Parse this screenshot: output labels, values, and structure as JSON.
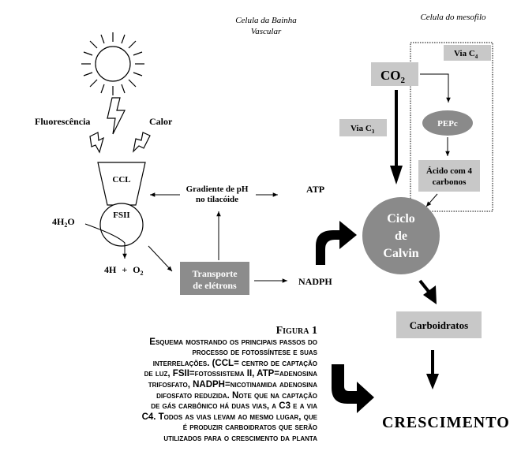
{
  "cells": {
    "bundle_sheath": "Celula da Bainha Vascular",
    "bundle_sheath_line1": "Celula da Bainha",
    "bundle_sheath_line2": "Vascular",
    "mesophyll": "Celula do mesofilo"
  },
  "light": {
    "fluorescence": "Fluorescência",
    "heat": "Calor"
  },
  "ccl": "CCL",
  "fsii": "FSII",
  "water": {
    "base": "4H",
    "sub": "2",
    "end": "O"
  },
  "products": {
    "h": "4H",
    "plus": "+",
    "o": "O",
    "o_sub": "2"
  },
  "gradient": {
    "line1": "Gradiente de pH",
    "line2": "no tilacóide"
  },
  "atp": "ATP",
  "transport": {
    "line1": "Transporte",
    "line2": "de elétrons"
  },
  "nadph": "NADPH",
  "co2": {
    "base": "CO",
    "sub": "2"
  },
  "via_c4": {
    "base": "Via C",
    "sub": "4"
  },
  "via_c3": {
    "base": "Via C",
    "sub": "3"
  },
  "pepc": "PEPc",
  "acid": {
    "line1": "Ácido com 4",
    "line2": "carbonos"
  },
  "calvin": {
    "line1": "Ciclo",
    "line2": "de",
    "line3": "Calvin"
  },
  "carbs": "Carboidratos",
  "growth": "CRESCIMENTO",
  "caption": {
    "title": "Figura 1",
    "lines": [
      "Esquema mostrando os principais passos do",
      "processo de fotossíntese e suas",
      "interrelações. (CCL= centro de captação",
      "de luz, FSII=fotossistema II, ATP=adenosina",
      "trifosfato, NADPH=nicotinamida adenosina",
      "difosfato reduzida. Note que na captação",
      "de gás carbônico há duas vias, a C3 e a via",
      "C4. Todos as vias levam ao mesmo lugar, que",
      "é produzir carboidratos que serão",
      "utilizados para o crescimento da planta"
    ]
  },
  "colors": {
    "box_gray": "#c8c8c8",
    "dark_gray": "#8c8c8c",
    "pepc_gray": "#8a8a8a",
    "line": "#000000"
  }
}
